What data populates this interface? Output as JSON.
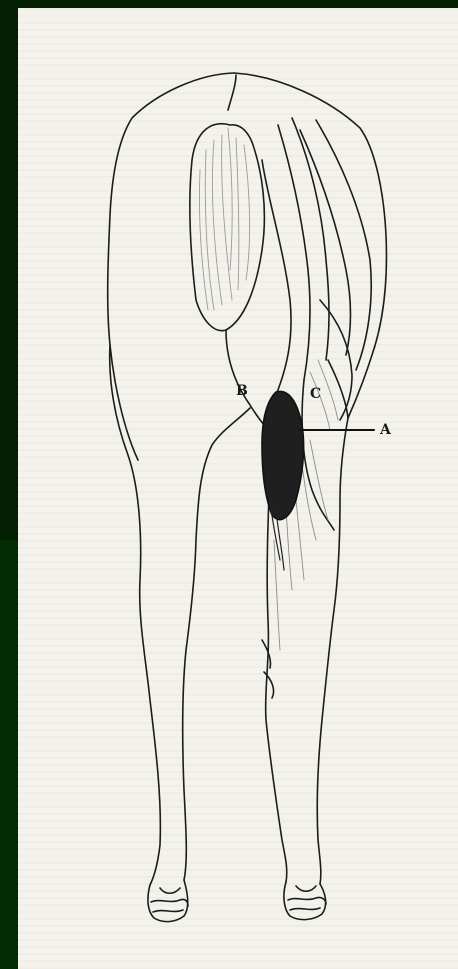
{
  "labels": {
    "A": "A",
    "B": "B",
    "C": "C"
  },
  "colors": {
    "frame": "#032a03",
    "paper": "#f3f2ec",
    "ink": "#1a1a1a"
  }
}
